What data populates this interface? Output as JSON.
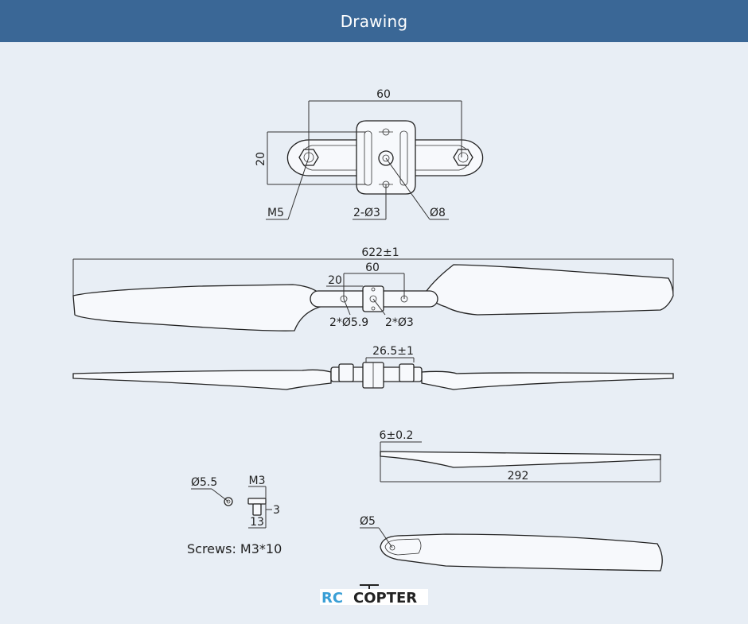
{
  "header": {
    "title": "Drawing"
  },
  "colors": {
    "header_bg": "#3a6796",
    "page_bg": "#e8eef5",
    "line": "#222222"
  },
  "top_view": {
    "dim_width": "60",
    "dim_height": "20",
    "label_bolt": "M5",
    "label_holes": "2-Ø3",
    "label_center": "Ø8"
  },
  "prop_plan": {
    "dim_total": "622±1",
    "dim_hub": "60",
    "dim_height": "20",
    "label_holes_a": "2*Ø5.9",
    "label_holes_b": "2*Ø3"
  },
  "prop_side": {
    "dim_hub_height": "26.5±1"
  },
  "blade_side": {
    "dim_thickness": "6±0.2",
    "dim_length": "292"
  },
  "screw": {
    "label_head": "Ø5.5",
    "label_thread": "M3",
    "dim_head": "3",
    "dim_length": "13",
    "caption": "Screws: M3*10"
  },
  "blade_plan": {
    "label_hole": "Ø5"
  },
  "logo": {
    "text_a": "RC",
    "text_b": "COPTER"
  }
}
